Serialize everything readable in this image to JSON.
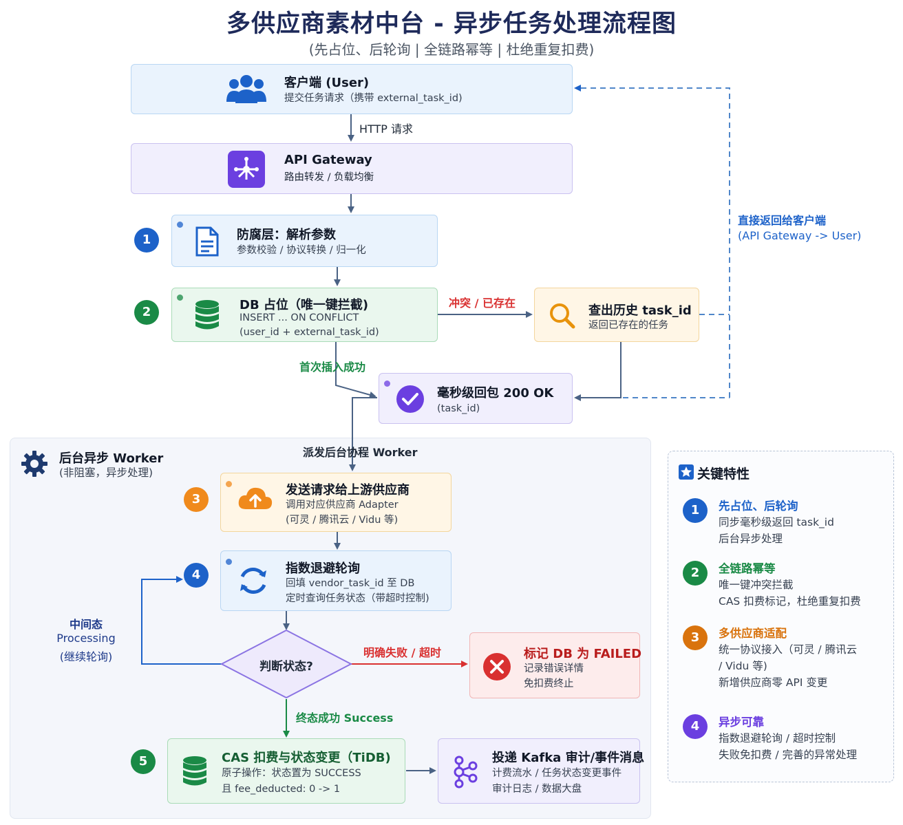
{
  "header": {
    "title": "多供应商素材中台 - 异步任务处理流程图",
    "subtitle": "(先占位、后轮询 | 全链路幂等 | 杜绝重复扣费)"
  },
  "nodes": {
    "client": {
      "title": "客户端 (User)",
      "sub": "提交任务请求（携带 external_task_id)"
    },
    "gateway": {
      "title": "API Gateway",
      "sub": "路由转发 / 负载均衡"
    },
    "acl": {
      "badge": "1",
      "title": "防腐层：解析参数",
      "sub": "参数校验 / 协议转换 / 归一化"
    },
    "db_hold": {
      "badge": "2",
      "title": "DB 占位（唯一键拦截)",
      "sub1": "INSERT ... ON CONFLICT",
      "sub2": "(user_id + external_task_id)"
    },
    "history": {
      "title": "查出历史 task_id",
      "sub": "返回已存在的任务"
    },
    "ok": {
      "title": "毫秒级回包 200 OK",
      "sub": "(task_id)"
    },
    "send": {
      "badge": "3",
      "title": "发送请求给上游供应商",
      "sub1": "调用对应供应商 Adapter",
      "sub2": "(可灵 / 腾讯云 / Vidu 等)"
    },
    "poll": {
      "badge": "4",
      "title": "指数退避轮询",
      "sub1": "回填 vendor_task_id 至 DB",
      "sub2": "定时查询任务状态（带超时控制)"
    },
    "decision": {
      "title": "判断状态?"
    },
    "failed": {
      "title": "标记 DB 为 FAILED",
      "sub1": "记录错误详情",
      "sub2": "免扣费终止"
    },
    "cas": {
      "badge": "5",
      "title": "CAS 扣费与状态变更（TiDB)",
      "sub1": "原子操作：状态置为 SUCCESS",
      "sub2": "且 fee_deducted: 0 -> 1"
    },
    "kafka": {
      "title": "投递 Kafka 审计/事件消息",
      "sub1": "计费流水 / 任务状态变更事件",
      "sub2": "审计日志 / 数据大盘"
    }
  },
  "edges": {
    "http": "HTTP 请求",
    "conflict": "冲突 / 已存在",
    "first_insert": "首次插入成功",
    "dispatch": "派发后台协程 Worker",
    "fail_timeout": "明确失败 / 超时",
    "success": "终态成功 Success",
    "processing_1": "中间态",
    "processing_2": "Processing",
    "processing_3": "(继续轮询)",
    "return_1": "直接返回给客户端",
    "return_2": "(API Gateway -> User)"
  },
  "worker": {
    "title": "后台异步 Worker",
    "sub": "(非阻塞，异步处理)"
  },
  "features": {
    "heading": "关键特性",
    "items": [
      {
        "num": "1",
        "title": "先占位、后轮询",
        "lines": [
          "同步毫秒级返回 task_id",
          "后台异步处理"
        ],
        "color": "#1d62c9"
      },
      {
        "num": "2",
        "title": "全链路幂等",
        "lines": [
          "唯一键冲突拦截",
          "CAS 扣费标记，杜绝重复扣费"
        ],
        "color": "#1a8a46"
      },
      {
        "num": "3",
        "title": "多供应商适配",
        "lines": [
          "统一协议接入（可灵 / 腾讯云",
          "/ Vidu 等)",
          "新增供应商零 API 变更"
        ],
        "color": "#d9730d"
      },
      {
        "num": "4",
        "title": "异步可靠",
        "lines": [
          "指数退避轮询 / 超时控制",
          "失败免扣费 / 完善的异常处理"
        ],
        "color": "#6b3fe0"
      }
    ]
  },
  "colors": {
    "blue": "#1d62c9",
    "green": "#1a8a46",
    "orange": "#f08a1c",
    "purple": "#6b3fe0",
    "red": "#d93030",
    "arrow": "#4a6284",
    "dashed": "#4f86c9"
  }
}
